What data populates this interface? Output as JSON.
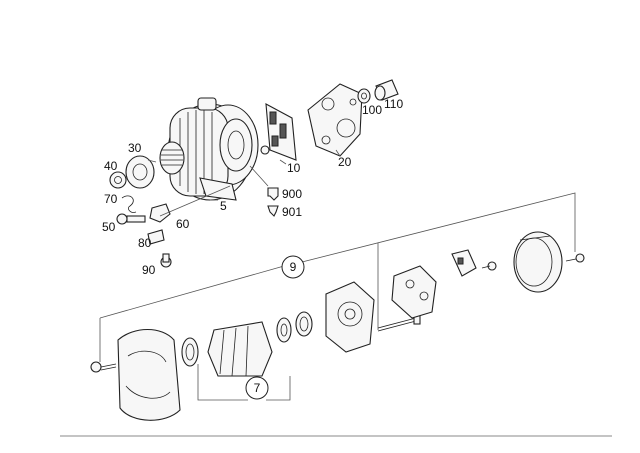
{
  "diagram": {
    "callouts": {
      "c5": "5",
      "c7": "7",
      "c9": "9",
      "c10": "10",
      "c20": "20",
      "c30": "30",
      "c40": "40",
      "c50": "50",
      "c60": "60",
      "c70": "70",
      "c80": "80",
      "c90": "90",
      "c100": "100",
      "c110": "110",
      "c900": "900",
      "c901": "901"
    }
  }
}
